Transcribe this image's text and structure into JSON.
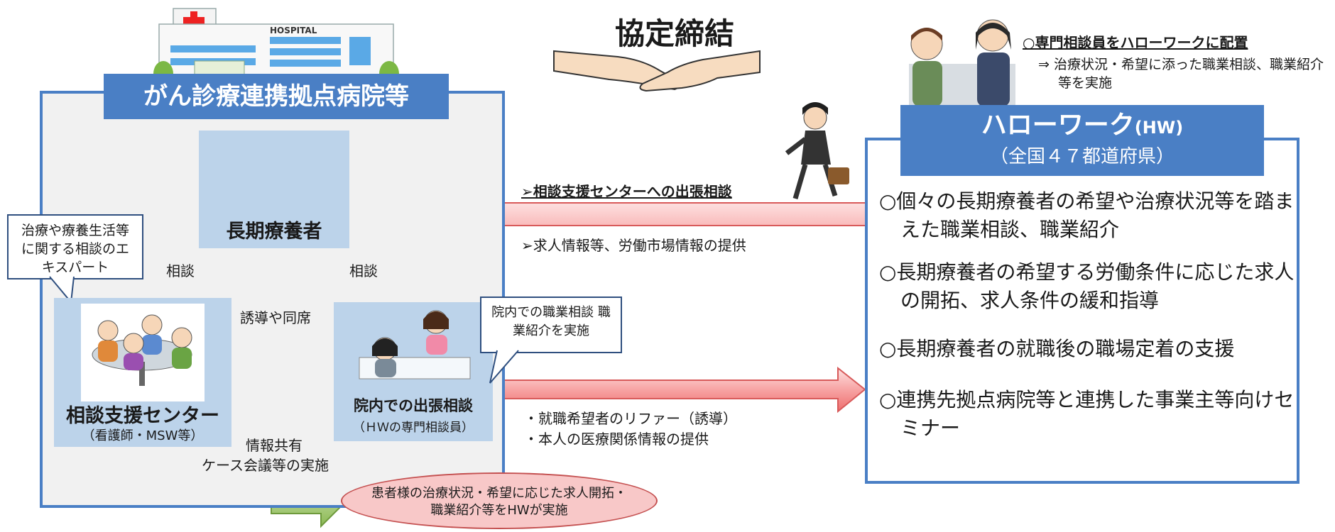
{
  "title": "協定締結",
  "hospital": {
    "sign": "HOSPITAL",
    "header": "がん診療連携拠点病院等",
    "patient": "長期療養者",
    "consult_left": "相談",
    "consult_right": "相談",
    "expert_callout": "治療や療養生活等に関する相談のエキスパート",
    "support_center": "相談支援センター",
    "support_center_sub": "（看護師・MSW等）",
    "guide_label": "誘導や同席",
    "onsite_title": "院内での出張相談",
    "onsite_sub": "（ＨＷの専門相談員）",
    "onsite_callout": "院内での職業相談 職業紹介を実施",
    "info_share": "情報共有",
    "case_meeting": "ケース会議等の実施",
    "result_oval": "患者様の治療状況・希望に応じた求人開拓・職業紹介等をHWが実施"
  },
  "middle": {
    "outreach": "➢相談支援センターへの出張相談",
    "job_info": "➢求人情報等、労働市場情報の提供",
    "referral": "・就職希望者のリファー（誘導）",
    "medical_info": "・本人の医療関係情報の提供"
  },
  "hellowork": {
    "assign_title": "○専門相談員をハローワークに配置",
    "assign_detail": "⇒ 治療状況・希望に添った職業相談、職業紹介等を実施",
    "header_main": "ハローワーク",
    "header_abbr": "(HW)",
    "header_sub": "（全国４７都道府県）",
    "items": [
      "○個々の長期療養者の希望や治療状況等を踏まえた職業相談、職業紹介",
      "○長期療養者の希望する労働条件に応じた求人の開拓、求人条件の緩和指導",
      "○長期療養者の就職後の職場定着の支援",
      "○連携先拠点病院等と連携した事業主等向けセミナー"
    ]
  },
  "colors": {
    "panel_border": "#4a7fc5",
    "header_fill": "#4a7fc5",
    "box_fill": "#bcd3ea",
    "arrow_red": "#f06a6a",
    "arrow_green": "#9bc264",
    "oval_fill": "#f8c8c8"
  }
}
